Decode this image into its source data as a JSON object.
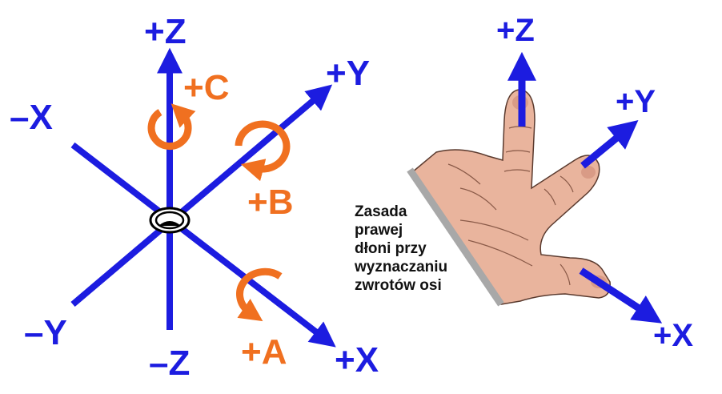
{
  "left_diagram": {
    "axes": {
      "plus_z": "+Z",
      "minus_z": "–Z",
      "plus_y": "+Y",
      "minus_y": "–Y",
      "plus_x": "+X",
      "minus_x": "–X"
    },
    "rotations": {
      "c": "+C",
      "b": "+B",
      "a": "+A"
    }
  },
  "right_diagram": {
    "axes": {
      "plus_z": "+Z",
      "plus_y": "+Y",
      "plus_x": "+X"
    },
    "caption_lines": [
      "Zasada",
      "prawej",
      "dłoni przy",
      "wyznaczaniu",
      "zwrotów osi"
    ]
  },
  "colors": {
    "axis": "#1c1ce0",
    "rotation": "#f07020",
    "skin": "#e9b49d",
    "skin_shadow": "#c98f7a",
    "edge": "#a8a8a8"
  }
}
